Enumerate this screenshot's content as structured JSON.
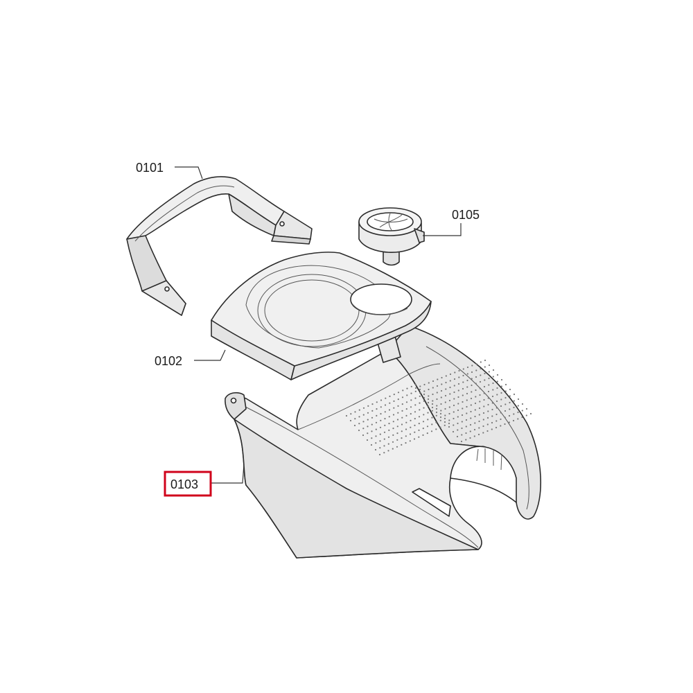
{
  "diagram": {
    "parts": [
      {
        "id": "handle",
        "label": "0101"
      },
      {
        "id": "top-cover",
        "label": "0102"
      },
      {
        "id": "housing-shell",
        "label": "0103",
        "highlighted": true
      },
      {
        "id": "funnel-insert",
        "label": "0105"
      }
    ],
    "highlight_color": "#d0021b",
    "line_color": "#2b2b2b",
    "fill_color": "#ececec"
  }
}
